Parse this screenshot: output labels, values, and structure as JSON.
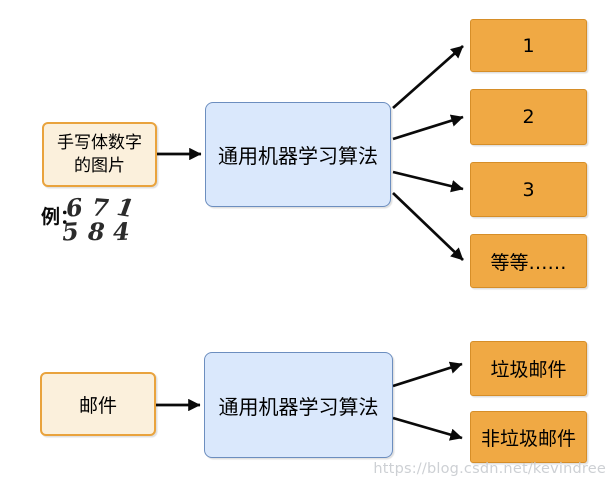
{
  "colors": {
    "blue_fill": "#DAE8FC",
    "blue_border": "#6C8EBF",
    "orange_fill": "#F0A944",
    "orange_border": "#D68E28",
    "cream_fill": "#FBF0DC",
    "cream_border": "#E9A33D",
    "arrow": "#0a0a0a",
    "watermark": "#cbced2"
  },
  "top_flow": {
    "input": {
      "line1": "手写体数字",
      "line2": "的图片"
    },
    "example": {
      "label": "例：",
      "row1": [
        "6",
        "7",
        "1"
      ],
      "row2": [
        "5",
        "8",
        "4"
      ]
    },
    "process": {
      "label": "通用机器学习算法"
    },
    "outputs": [
      {
        "label": "1"
      },
      {
        "label": "2"
      },
      {
        "label": "3"
      },
      {
        "label": "等等……"
      }
    ]
  },
  "bottom_flow": {
    "input": {
      "label": "邮件"
    },
    "process": {
      "label": "通用机器学习算法"
    },
    "outputs": [
      {
        "label": "垃圾邮件"
      },
      {
        "label": "非垃圾邮件"
      }
    ]
  },
  "watermark": {
    "text": "https://blog.csdn.net/kevindree"
  }
}
